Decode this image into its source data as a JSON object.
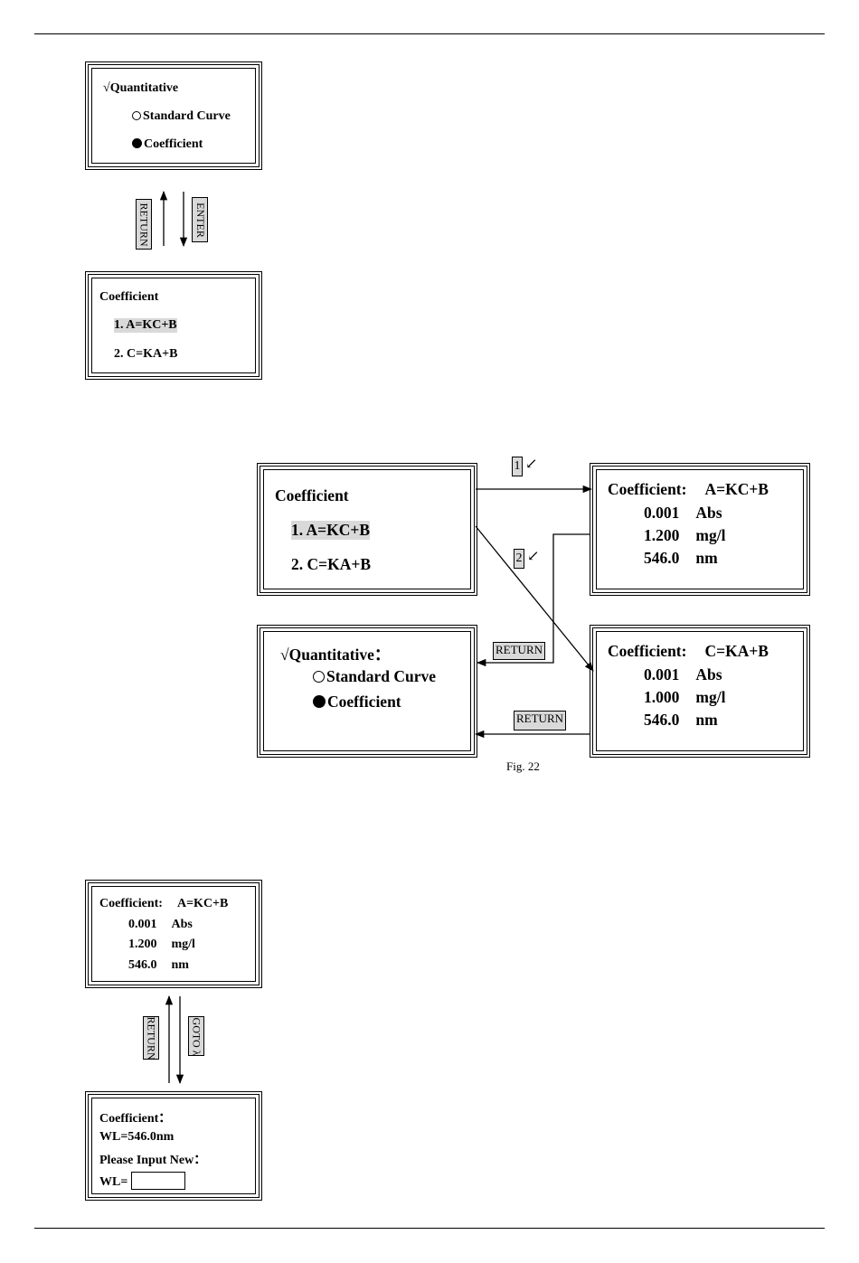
{
  "screen1": {
    "check": "√",
    "title": "Quantitative",
    "opt1": "Standard Curve",
    "opt2": "Coefficient"
  },
  "nav1": {
    "return_label": "RETURN",
    "enter_label": "ENTER"
  },
  "screen2": {
    "title": "Coefficient",
    "item1": "1. A=KC+B",
    "item2": "2. C=KA+B"
  },
  "fig22": {
    "menu": {
      "title": "Coefficient",
      "item1": "1. A=KC+B",
      "item2": "2. C=KA+B"
    },
    "result1": {
      "title": "Coefficient:",
      "formula": "A=KC+B",
      "v1": "0.001",
      "u1": "Abs",
      "v2": "1.200",
      "u2": "mg/l",
      "v3": "546.0",
      "u3": "nm"
    },
    "result2": {
      "title": "Coefficient:",
      "formula": "C=KA+B",
      "v1": "0.001",
      "u1": "Abs",
      "v2": "1.000",
      "u2": "mg/l",
      "v3": "546.0",
      "u3": "nm"
    },
    "quant": {
      "check": "√",
      "title": "Quantitative：",
      "opt1": "Standard Curve",
      "opt2": "Coefficient"
    },
    "key1": "1",
    "key2": "2",
    "return1": "RETURN",
    "return2": "RETURN",
    "caption": "Fig. 22"
  },
  "screen3": {
    "title": "Coefficient:",
    "formula": "A=KC+B",
    "v1": "0.001",
    "u1": "Abs",
    "v2": "1.200",
    "u2": "mg/l",
    "v3": "546.0",
    "u3": "nm"
  },
  "nav2": {
    "return_label": "RETURN",
    "goto_label": "GOTO λ"
  },
  "screen4": {
    "title": "Coefficient：",
    "wl": "WL=546.0nm",
    "prompt": "Please Input New：",
    "wl_label": "WL="
  }
}
